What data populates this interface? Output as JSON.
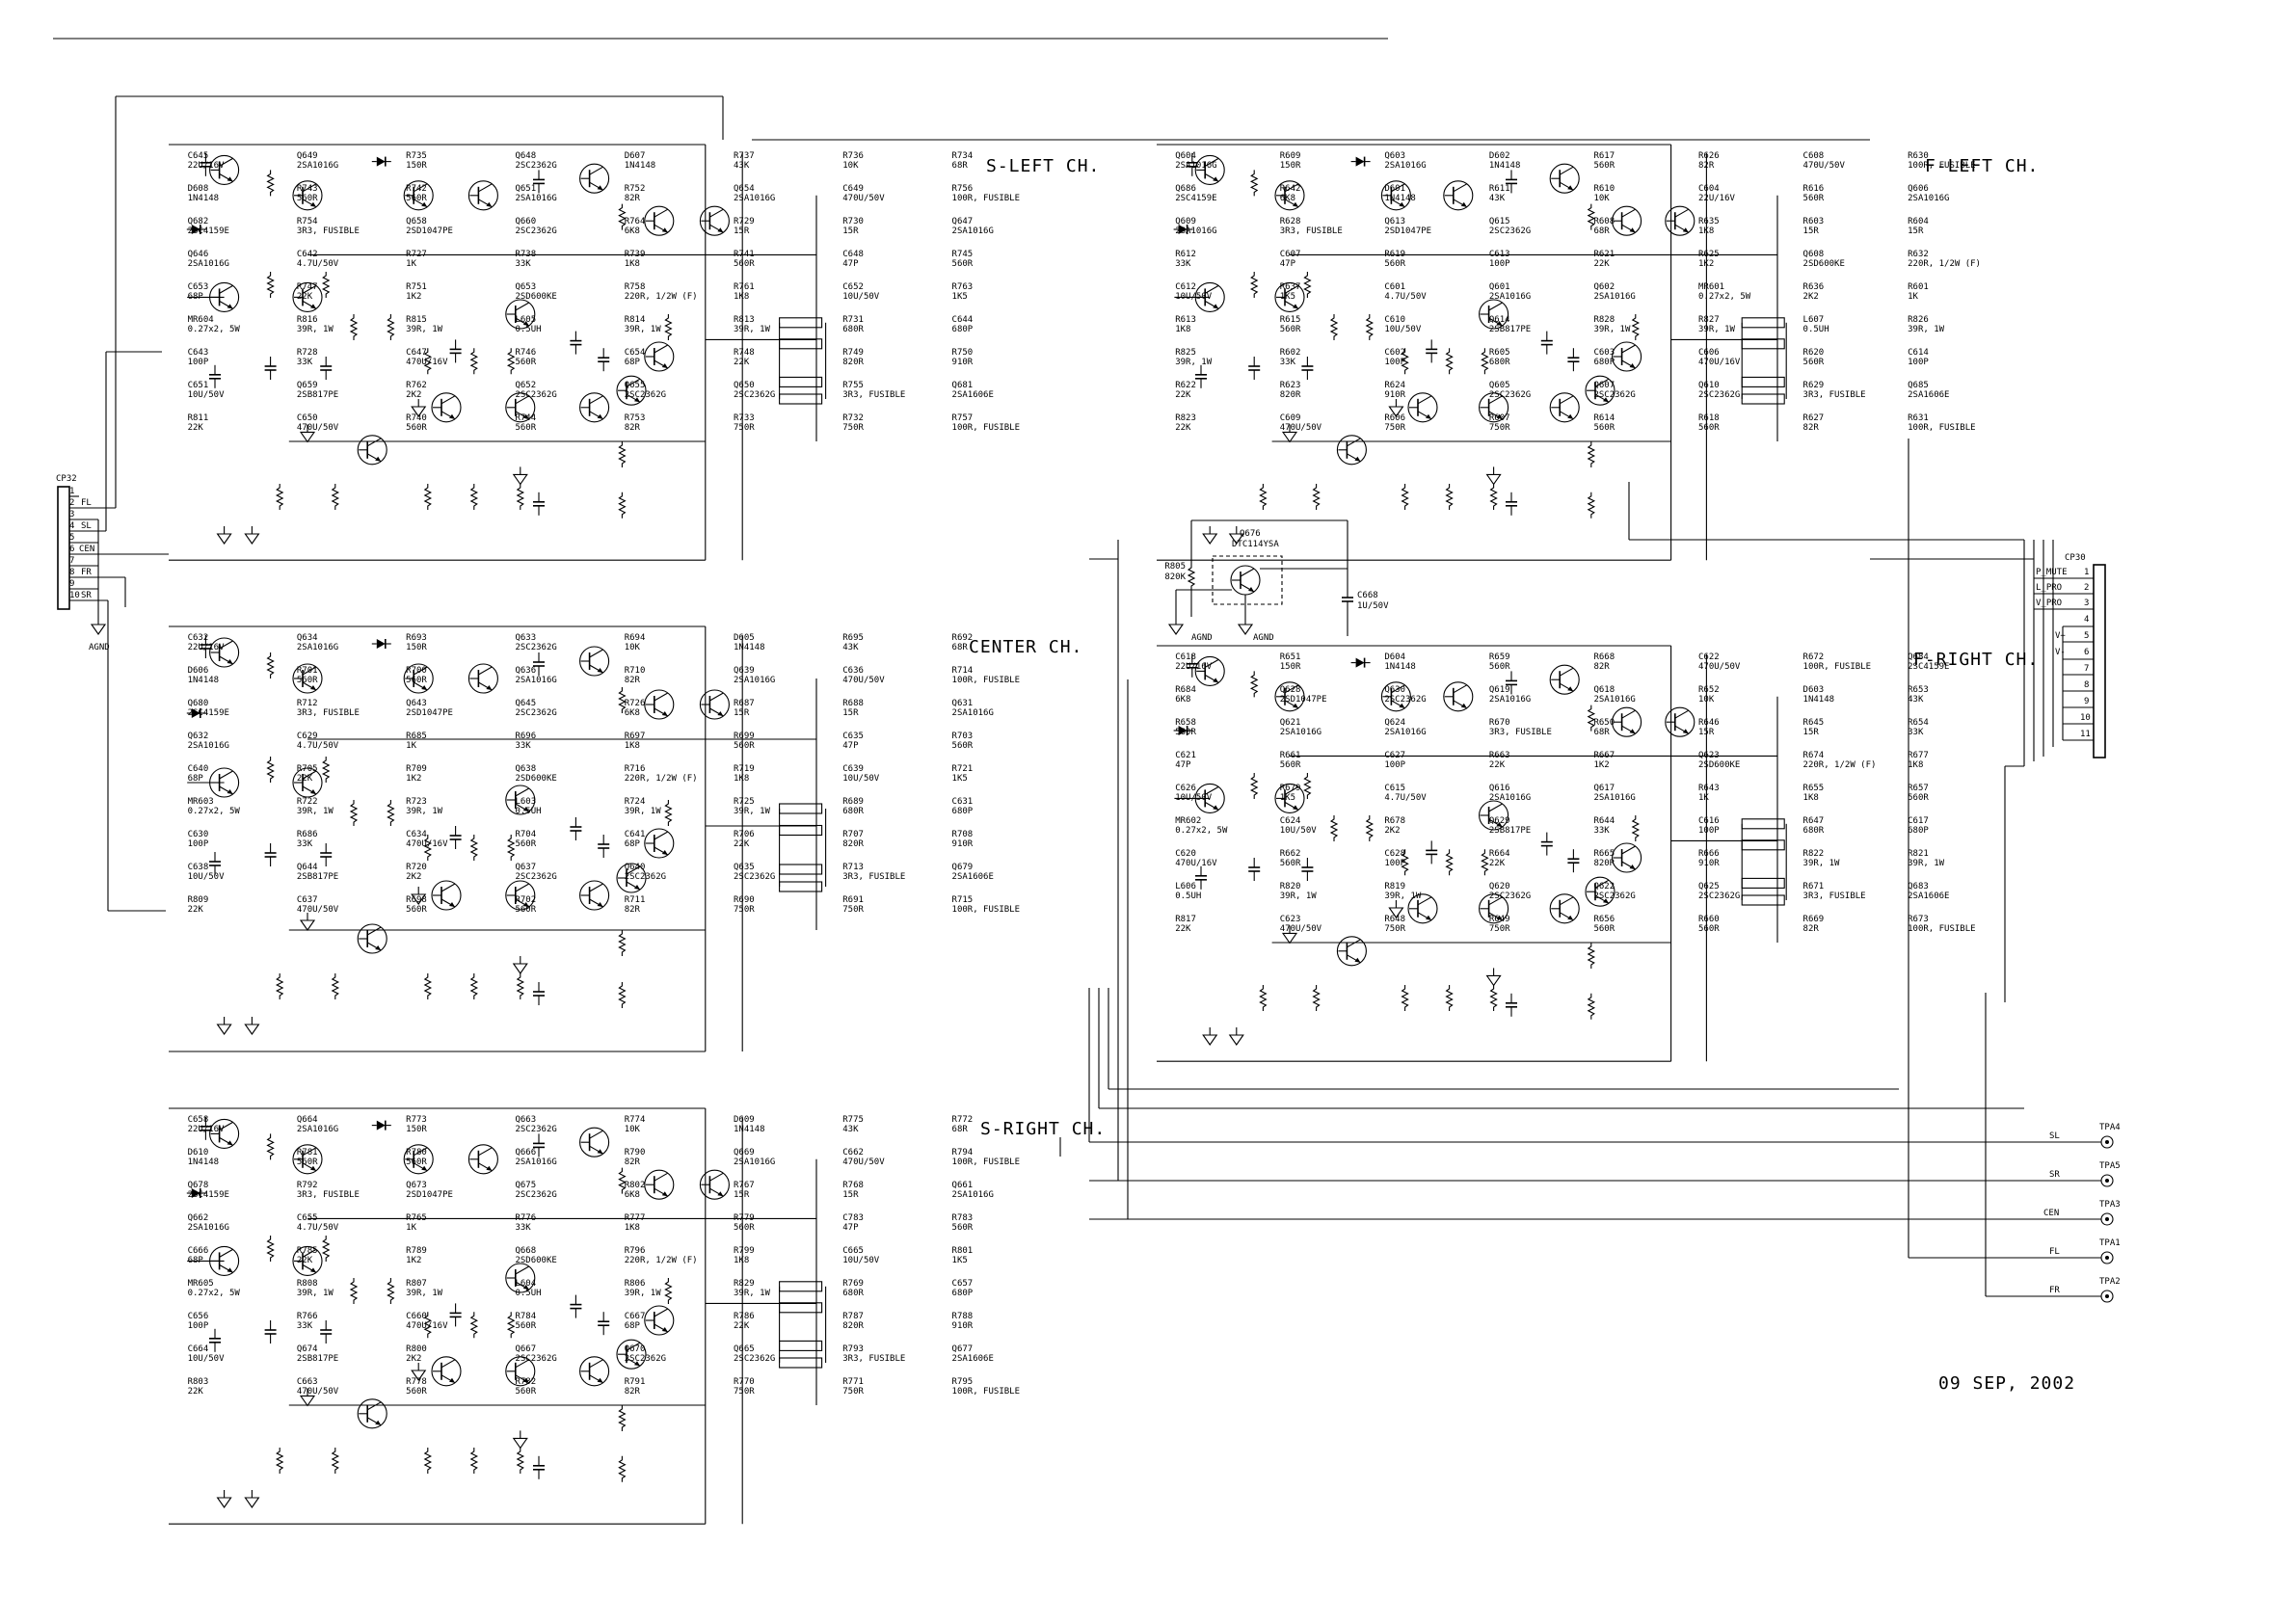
{
  "date": "09 SEP, 2002",
  "channels": {
    "sl": {
      "title": "S-LEFT CH.",
      "parts": [
        "C645",
        "22U/16V",
        "Q649",
        "2SA1016G",
        "R735",
        "150R",
        "Q648",
        "2SC2362G",
        "D607",
        "1N4148",
        "R737",
        "43K",
        "R736",
        "10K",
        "R734",
        "68R",
        "D608",
        "1N4148",
        "R743",
        "560R",
        "R742",
        "560R",
        "Q651",
        "2SA1016G",
        "R752",
        "82R",
        "Q654",
        "2SA1016G",
        "C649",
        "470U/50V",
        "R756",
        "100R, FUSIBLE",
        "Q682",
        "2SC4159E",
        "R754",
        "3R3, FUSIBLE",
        "Q658",
        "2SD1047PE",
        "Q660",
        "2SC2362G",
        "R764",
        "6K8",
        "R729",
        "15R",
        "R730",
        "15R",
        "Q647",
        "2SA1016G",
        "Q646",
        "2SA1016G",
        "C642",
        "4.7U/50V",
        "R727",
        "1K",
        "R738",
        "33K",
        "R739",
        "1K8",
        "R741",
        "560R",
        "C648",
        "47P",
        "R745",
        "560R",
        "C653",
        "68P",
        "R747",
        "22K",
        "R751",
        "1K2",
        "Q653",
        "2SD600KE",
        "R758",
        "220R, 1/2W (F)",
        "R761",
        "1K8",
        "C652",
        "10U/50V",
        "R763",
        "1K5",
        "MR604",
        "0.27x2, 5W",
        "R816",
        "39R, 1W",
        "R815",
        "39R, 1W",
        "L605",
        "0.5UH",
        "R814",
        "39R, 1W",
        "R813",
        "39R, 1W",
        "R731",
        "680R",
        "C644",
        "680P",
        "C643",
        "100P",
        "R728",
        "33K",
        "C647",
        "470U/16V",
        "R746",
        "560R",
        "C654",
        "68P",
        "R748",
        "22K",
        "R749",
        "820R",
        "R750",
        "910R",
        "C651",
        "10U/50V",
        "Q659",
        "2SB817PE",
        "R762",
        "2K2",
        "Q652",
        "2SC2362G",
        "Q655",
        "2SC2362G",
        "Q650",
        "2SC2362G",
        "R755",
        "3R3, FUSIBLE",
        "Q681",
        "2SA1606E",
        "R811",
        "22K",
        "C650",
        "470U/50V",
        "R740",
        "560R",
        "R744",
        "560R",
        "R753",
        "82R",
        "R733",
        "750R",
        "R732",
        "750R",
        "R757",
        "100R, FUSIBLE"
      ]
    },
    "cen": {
      "title": "CENTER CH.",
      "parts": [
        "C632",
        "22U/16V",
        "Q634",
        "2SA1016G",
        "R693",
        "150R",
        "Q633",
        "2SC2362G",
        "R694",
        "10K",
        "D605",
        "1N4148",
        "R695",
        "43K",
        "R692",
        "68R",
        "D606",
        "1N4148",
        "R701",
        "560R",
        "R700",
        "560R",
        "Q636",
        "2SA1016G",
        "R710",
        "82R",
        "Q639",
        "2SA1016G",
        "C636",
        "470U/50V",
        "R714",
        "100R, FUSIBLE",
        "Q680",
        "2SC4159E",
        "R712",
        "3R3, FUSIBLE",
        "Q643",
        "2SD1047PE",
        "Q645",
        "2SC2362G",
        "R726",
        "6K8",
        "R687",
        "15R",
        "R688",
        "15R",
        "Q631",
        "2SA1016G",
        "Q632",
        "2SA1016G",
        "C629",
        "4.7U/50V",
        "R685",
        "1K",
        "R696",
        "33K",
        "R697",
        "1K8",
        "R699",
        "560R",
        "C635",
        "47P",
        "R703",
        "560R",
        "C640",
        "68P",
        "R705",
        "22K",
        "R709",
        "1K2",
        "Q638",
        "2SD600KE",
        "R716",
        "220R, 1/2W (F)",
        "R719",
        "1K8",
        "C639",
        "10U/50V",
        "R721",
        "1K5",
        "MR603",
        "0.27x2, 5W",
        "R722",
        "39R, 1W",
        "R723",
        "39R, 1W",
        "L603",
        "0.5UH",
        "R724",
        "39R, 1W",
        "R725",
        "39R, 1W",
        "R689",
        "680R",
        "C631",
        "680P",
        "C630",
        "100P",
        "R686",
        "33K",
        "C634",
        "470U/16V",
        "R704",
        "560R",
        "C641",
        "68P",
        "R706",
        "22K",
        "R707",
        "820R",
        "R708",
        "910R",
        "C638",
        "10U/50V",
        "Q644",
        "2SB817PE",
        "R720",
        "2K2",
        "Q637",
        "2SC2362G",
        "Q640",
        "2SC2362G",
        "Q635",
        "2SC2362G",
        "R713",
        "3R3, FUSIBLE",
        "Q679",
        "2SA1606E",
        "R809",
        "22K",
        "C637",
        "470U/50V",
        "R698",
        "560R",
        "R702",
        "560R",
        "R711",
        "82R",
        "R690",
        "750R",
        "R691",
        "750R",
        "R715",
        "100R, FUSIBLE"
      ]
    },
    "sr": {
      "title": "S-RIGHT CH.",
      "parts": [
        "C658",
        "22U/16V",
        "Q664",
        "2SA1016G",
        "R773",
        "150R",
        "Q663",
        "2SC2362G",
        "R774",
        "10K",
        "D609",
        "1N4148",
        "R775",
        "43K",
        "R772",
        "68R",
        "D610",
        "1N4148",
        "R781",
        "560R",
        "R780",
        "560R",
        "Q666",
        "2SA1016G",
        "R790",
        "82R",
        "Q669",
        "2SA1016G",
        "C662",
        "470U/50V",
        "R794",
        "100R, FUSIBLE",
        "Q678",
        "2SC4159E",
        "R792",
        "3R3, FUSIBLE",
        "Q673",
        "2SD1047PE",
        "Q675",
        "2SC2362G",
        "R802",
        "6K8",
        "R767",
        "15R",
        "R768",
        "15R",
        "Q661",
        "2SA1016G",
        "Q662",
        "2SA1016G",
        "C655",
        "4.7U/50V",
        "R765",
        "1K",
        "R776",
        "33K",
        "R777",
        "1K8",
        "R779",
        "560R",
        "C783",
        "47P",
        "R783",
        "560R",
        "C666",
        "68P",
        "R785",
        "22K",
        "R789",
        "1K2",
        "Q668",
        "2SD600KE",
        "R796",
        "220R, 1/2W (F)",
        "R799",
        "1K8",
        "C665",
        "10U/50V",
        "R801",
        "1K5",
        "MR605",
        "0.27x2, 5W",
        "R808",
        "39R, 1W",
        "R807",
        "39R, 1W",
        "L604",
        "0.5UH",
        "R806",
        "39R, 1W",
        "R829",
        "39R, 1W",
        "R769",
        "680R",
        "C657",
        "680P",
        "C656",
        "100P",
        "R766",
        "33K",
        "C660",
        "470U/16V",
        "R784",
        "560R",
        "C667",
        "68P",
        "R786",
        "22K",
        "R787",
        "820R",
        "R788",
        "910R",
        "C664",
        "10U/50V",
        "Q674",
        "2SB817PE",
        "R800",
        "2K2",
        "Q667",
        "2SC2362G",
        "Q670",
        "2SC2362G",
        "Q665",
        "2SC2362G",
        "R793",
        "3R3, FUSIBLE",
        "Q677",
        "2SA1606E",
        "R803",
        "22K",
        "C663",
        "470U/50V",
        "R778",
        "560R",
        "R782",
        "560R",
        "R791",
        "82R",
        "R770",
        "750R",
        "R771",
        "750R",
        "R795",
        "100R, FUSIBLE"
      ]
    },
    "fl": {
      "title": "F-LEFT CH.",
      "parts": [
        "Q604",
        "2SA1016G",
        "R609",
        "150R",
        "Q603",
        "2SA1016G",
        "D602",
        "1N4148",
        "R617",
        "560R",
        "R626",
        "82R",
        "C608",
        "470U/50V",
        "R630",
        "100R, FUSIBLE",
        "Q686",
        "2SC4159E",
        "R642",
        "6K8",
        "D601",
        "1N4148",
        "R611",
        "43K",
        "R610",
        "10K",
        "C604",
        "22U/16V",
        "R616",
        "560R",
        "Q606",
        "2SA1016G",
        "Q609",
        "2SA1016G",
        "R628",
        "3R3, FUSIBLE",
        "Q613",
        "2SD1047PE",
        "Q615",
        "2SC2362G",
        "R608",
        "68R",
        "R635",
        "1K8",
        "R603",
        "15R",
        "R604",
        "15R",
        "R612",
        "33K",
        "C607",
        "47P",
        "R619",
        "560R",
        "C613",
        "100P",
        "R621",
        "22K",
        "R625",
        "1K2",
        "Q608",
        "2SD600KE",
        "R632",
        "220R, 1/2W (F)",
        "C612",
        "10U/50V",
        "R637",
        "1K5",
        "C601",
        "4.7U/50V",
        "Q601",
        "2SA1016G",
        "Q602",
        "2SA1016G",
        "MR601",
        "0.27x2, 5W",
        "R636",
        "2K2",
        "R601",
        "1K",
        "R613",
        "1K8",
        "R615",
        "560R",
        "C610",
        "10U/50V",
        "Q614",
        "2SB817PE",
        "R828",
        "39R, 1W",
        "R827",
        "39R, 1W",
        "L607",
        "0.5UH",
        "R826",
        "39R, 1W",
        "R825",
        "39R, 1W",
        "R602",
        "33K",
        "C602",
        "100P",
        "R605",
        "680R",
        "C603",
        "680P",
        "C606",
        "470U/16V",
        "R620",
        "560R",
        "C614",
        "100P",
        "R622",
        "22K",
        "R623",
        "820R",
        "R624",
        "910R",
        "Q605",
        "2SC2362G",
        "Q607",
        "2SC2362G",
        "Q610",
        "2SC2362G",
        "R629",
        "3R3, FUSIBLE",
        "Q685",
        "2SA1606E",
        "R823",
        "22K",
        "C609",
        "470U/50V",
        "R606",
        "750R",
        "R607",
        "750R",
        "R614",
        "560R",
        "R618",
        "560R",
        "R627",
        "82R",
        "R631",
        "100R, FUSIBLE"
      ]
    },
    "fr": {
      "title": "F-RIGHT CH.",
      "parts": [
        "C618",
        "22U/16V",
        "R651",
        "150R",
        "D604",
        "1N4148",
        "R659",
        "560R",
        "R668",
        "82R",
        "C622",
        "470U/50V",
        "R672",
        "100R, FUSIBLE",
        "Q684",
        "2SC4159E",
        "R684",
        "6K8",
        "Q628",
        "2SD1047PE",
        "Q630",
        "2SC2362G",
        "Q619",
        "2SA1016G",
        "Q618",
        "2SA1016G",
        "R652",
        "10K",
        "D603",
        "1N4148",
        "R653",
        "43K",
        "R658",
        "560R",
        "Q621",
        "2SA1016G",
        "Q624",
        "2SA1016G",
        "R670",
        "3R3, FUSIBLE",
        "R650",
        "68R",
        "R646",
        "15R",
        "R645",
        "15R",
        "R654",
        "33K",
        "C621",
        "47P",
        "R661",
        "560R",
        "C627",
        "100P",
        "R663",
        "22K",
        "R667",
        "1K2",
        "Q623",
        "2SD600KE",
        "R674",
        "220R, 1/2W (F)",
        "R677",
        "1K8",
        "C626",
        "10U/50V",
        "R679",
        "1K5",
        "C615",
        "4.7U/50V",
        "Q616",
        "2SA1016G",
        "Q617",
        "2SA1016G",
        "R643",
        "1K",
        "R655",
        "1K8",
        "R657",
        "560R",
        "MR602",
        "0.27x2, 5W",
        "C624",
        "10U/50V",
        "R678",
        "2K2",
        "Q629",
        "2SB817PE",
        "R644",
        "33K",
        "C616",
        "100P",
        "R647",
        "680R",
        "C617",
        "680P",
        "C620",
        "470U/16V",
        "R662",
        "560R",
        "C628",
        "100P",
        "R664",
        "22K",
        "R665",
        "820R",
        "R666",
        "910R",
        "R822",
        "39R, 1W",
        "R821",
        "39R, 1W",
        "L606",
        "0.5UH",
        "R820",
        "39R, 1W",
        "R819",
        "39R, 1W",
        "Q620",
        "2SC2362G",
        "Q622",
        "2SC2362G",
        "Q625",
        "2SC2362G",
        "R671",
        "3R3, FUSIBLE",
        "Q683",
        "2SA1606E",
        "R817",
        "22K",
        "C623",
        "470U/50V",
        "R648",
        "750R",
        "R649",
        "750R",
        "R656",
        "560R",
        "R660",
        "560R",
        "R669",
        "82R",
        "R673",
        "100R, FUSIBLE"
      ]
    }
  },
  "mute": {
    "parts": [
      "Q676",
      "DTC114YSA",
      "R805",
      "820K",
      "C668",
      "1U/50V",
      "AGND"
    ]
  },
  "cp32": {
    "name": "CP32",
    "pins": [
      {
        "n": "1",
        "sig": ""
      },
      {
        "n": "2",
        "sig": "FL"
      },
      {
        "n": "3",
        "sig": ""
      },
      {
        "n": "4",
        "sig": "SL"
      },
      {
        "n": "5",
        "sig": ""
      },
      {
        "n": "6",
        "sig": "CEN"
      },
      {
        "n": "7",
        "sig": ""
      },
      {
        "n": "8",
        "sig": "FR"
      },
      {
        "n": "9",
        "sig": ""
      },
      {
        "n": "10",
        "sig": "SR"
      }
    ]
  },
  "cp30": {
    "name": "CP30",
    "pins": [
      {
        "n": "1",
        "sig": "P_MUTE"
      },
      {
        "n": "2",
        "sig": "L_PRO"
      },
      {
        "n": "3",
        "sig": "V_PRO"
      },
      {
        "n": "4",
        "sig": ""
      },
      {
        "n": "5",
        "sig": "V+"
      },
      {
        "n": "6",
        "sig": "V-"
      },
      {
        "n": "7",
        "sig": ""
      },
      {
        "n": "8",
        "sig": ""
      },
      {
        "n": "9",
        "sig": ""
      },
      {
        "n": "10",
        "sig": ""
      },
      {
        "n": "11",
        "sig": ""
      }
    ]
  },
  "outputs": [
    {
      "sig": "SL",
      "tp": "TPA4"
    },
    {
      "sig": "SR",
      "tp": "TPA5"
    },
    {
      "sig": "CEN",
      "tp": "TPA3"
    },
    {
      "sig": "FL",
      "tp": "TPA1"
    },
    {
      "sig": "FR",
      "tp": "TPA2"
    }
  ],
  "gnd_label": "AGND"
}
